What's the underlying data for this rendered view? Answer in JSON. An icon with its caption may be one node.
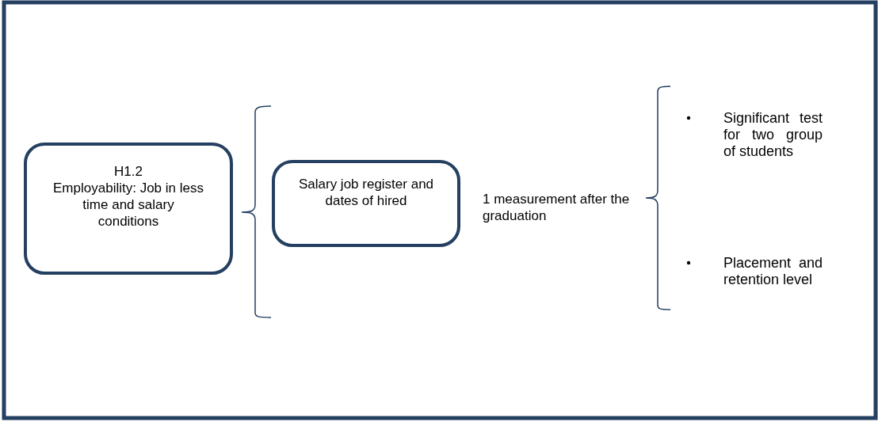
{
  "diagram": {
    "nodes": [
      {
        "text": [
          "H1.2",
          "Employability: Job in less time and salary conditions"
        ]
      },
      {
        "text": [
          "Salary job register and dates of hired"
        ]
      }
    ],
    "labels": [
      "1 measurement after the graduation",
      "Significant test for two group of students",
      "Placement and retention level"
    ]
  }
}
